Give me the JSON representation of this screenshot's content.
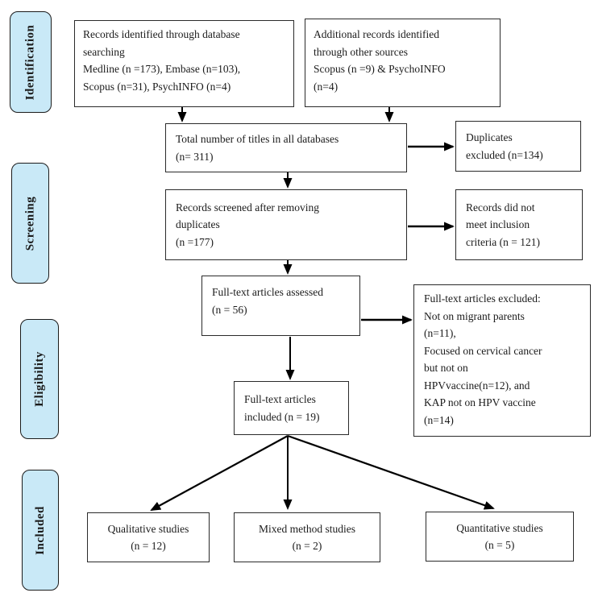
{
  "stage_labels": {
    "identification": "Identification",
    "screening": "Screening",
    "eligibility": "Eligibility",
    "included": "Included"
  },
  "colors": {
    "stage_fill": "#c9e9f7",
    "box_border": "#2a2a2a",
    "arrow": "#000000",
    "background": "#ffffff",
    "text": "#1b1b1b"
  },
  "boxes": {
    "records_identified": {
      "lines": [
        "Records identified through database",
        "searching",
        "Medline (n =173), Embase (n=103),",
        "Scopus (n=31), PsychINFO (n=4)"
      ]
    },
    "additional_records": {
      "lines": [
        "Additional records identified",
        "through other sources",
        "Scopus (n =9) & PsychoINFO",
        "(n=4)"
      ]
    },
    "total_titles": {
      "lines": [
        "Total number of titles in all databases",
        "(n= 311)"
      ]
    },
    "duplicates_excluded": {
      "lines": [
        "Duplicates",
        "excluded (n=134)"
      ]
    },
    "records_screened": {
      "lines": [
        "Records screened after removing",
        "duplicates",
        "(n =177)"
      ]
    },
    "not_meet_criteria": {
      "lines": [
        "Records did not",
        "meet inclusion",
        "criteria (n = 121)"
      ]
    },
    "fulltext_assessed": {
      "lines": [
        "Full-text articles assessed",
        "(n = 56)"
      ]
    },
    "fulltext_excluded": {
      "lines": [
        "Full-text articles excluded:",
        "Not on migrant parents",
        "(n=11),",
        "Focused on cervical cancer",
        "but not on",
        "HPVvaccine(n=12), and",
        "KAP not on HPV vaccine",
        "(n=14)"
      ]
    },
    "fulltext_included": {
      "lines": [
        "Full-text articles",
        "included (n = 19)"
      ]
    },
    "qualitative_studies": {
      "lines": [
        "Qualitative studies",
        "(n = 12)"
      ]
    },
    "mixed_method_studies": {
      "lines": [
        "Mixed method studies",
        "(n = 2)"
      ]
    },
    "quantitative_studies": {
      "lines": [
        "Quantitative studies",
        "(n = 5)"
      ]
    }
  }
}
